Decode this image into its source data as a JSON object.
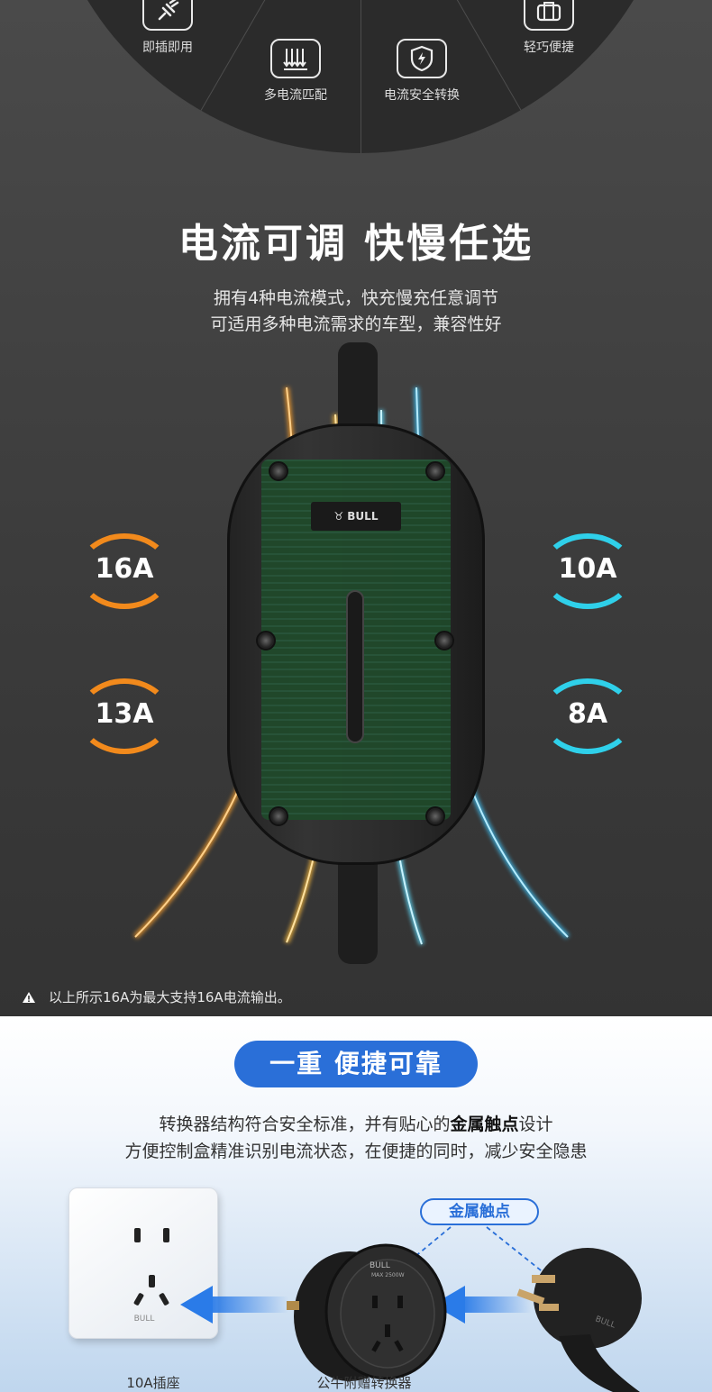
{
  "features": {
    "plug_and_play": "即插即用",
    "multi_current": "多电流匹配",
    "safety_switch": "电流安全转换",
    "portable": "轻巧便捷"
  },
  "current_section": {
    "title": "电流可调  快慢任选",
    "subtitle_line1": "拥有4种电流模式，快充慢充任意调节",
    "subtitle_line2": "可适用多种电流需求的车型，兼容性好",
    "device_brand": "BULL",
    "modes": {
      "a16": "16A",
      "a13": "13A",
      "a10": "10A",
      "a8": "8A"
    },
    "note": "以上所示16A为最大支持16A电流输出。"
  },
  "reliability_section": {
    "title": "一重 便捷可靠",
    "line1_pre": "转换器结构符合安全标准，并有贴心的",
    "line1_bold": "金属触点",
    "line1_post": "设计",
    "line2": "方便控制盒精准识别电流状态，在便捷的同时，减少安全隐患",
    "metal_contact_label": "金属触点",
    "socket_brand": "BULL",
    "adapter_brand": "BULL",
    "adapter_rating": "MAX 2500W",
    "plug_brand": "BULL",
    "socket_caption": "10A插座",
    "adapter_caption": "公牛附赠转换器"
  },
  "colors": {
    "orange": "#f28a1c",
    "cyan": "#2fd0ea",
    "blue_pill": "#2a6fd8"
  }
}
